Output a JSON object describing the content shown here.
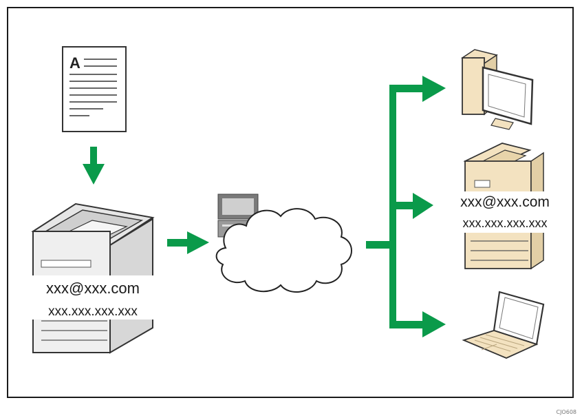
{
  "document_letter": "A",
  "source_machine": {
    "email": "xxx@xxx.com",
    "ip": "xxx.xxx.xxx.xxx"
  },
  "destination_machine": {
    "email": "xxx@xxx.com",
    "ip": "xxx.xxx.xxx.xxx"
  },
  "figure_code": "CJO608",
  "colors": {
    "arrow": "#0a9a4a",
    "machine_beige": "#f3e2c0",
    "machine_gray": "#e6e6e6",
    "outline": "#333333"
  },
  "icons": [
    "document-icon",
    "down-arrow-icon",
    "multifunction-printer-icon",
    "server-computer-icon",
    "network-cloud-icon",
    "desktop-computer-icon",
    "printer-icon",
    "laptop-icon"
  ]
}
